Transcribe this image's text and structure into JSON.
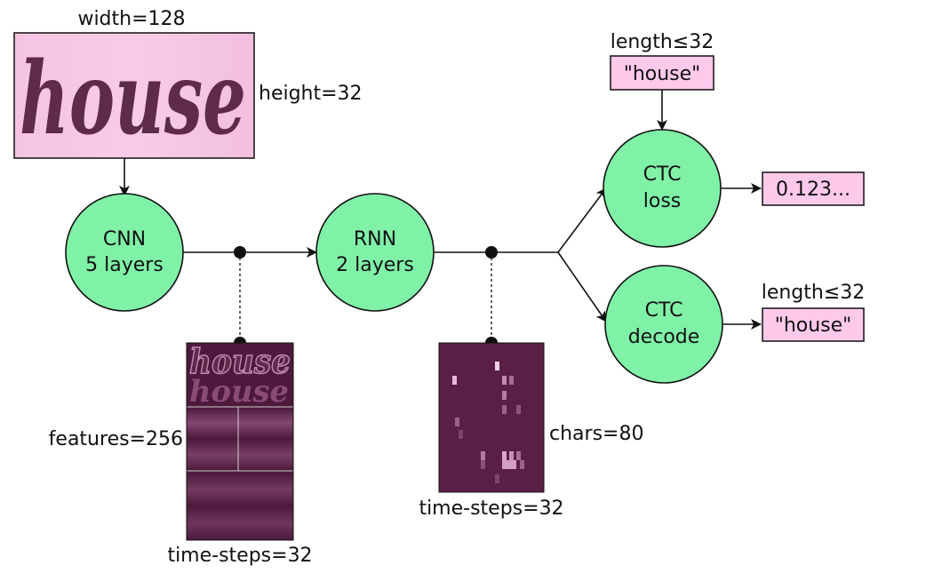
{
  "input": {
    "width_label": "width=128",
    "height_label": "height=32",
    "word": "house"
  },
  "nodes": {
    "cnn": {
      "line1": "CNN",
      "line2": "5 layers"
    },
    "rnn": {
      "line1": "RNN",
      "line2": "2 layers"
    },
    "ctc_loss": {
      "line1": "CTC",
      "line2": "loss"
    },
    "ctc_decode": {
      "line1": "CTC",
      "line2": "decode"
    }
  },
  "cnn_features": {
    "features_label": "features=256",
    "timesteps_label": "time-steps=32"
  },
  "rnn_output": {
    "chars_label": "chars=80",
    "timesteps_label": "time-steps=32"
  },
  "ground_truth": {
    "length_label": "length≤32",
    "text": "\"house\""
  },
  "loss_output": {
    "text": "0.123..."
  },
  "decoded_output": {
    "length_label": "length≤32",
    "text": "\"house\""
  },
  "colors": {
    "node_fill": "#80f2a8",
    "box_fill": "#ffc9ec",
    "feature_bg": "#4d1a3d",
    "matrix_bg": "#5a1f44"
  }
}
